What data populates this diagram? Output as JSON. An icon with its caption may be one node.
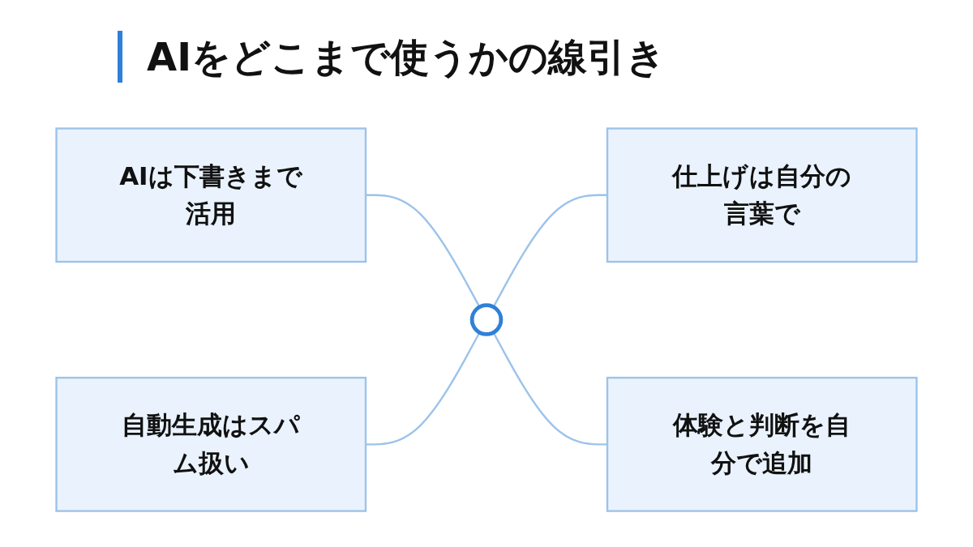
{
  "diagram": {
    "title": "AIをどこまで使うかの線引き",
    "nodes": [
      {
        "text": [
          "AIは下書きまで活用"
        ]
      },
      {
        "text": [
          "仕上げは自分の言葉で"
        ]
      },
      {
        "text": [],
        "shape": "circle"
      },
      {
        "text": [
          "自動生成はスパム扱い"
        ]
      },
      {
        "text": [
          "体験と判断を自分で追加"
        ]
      }
    ],
    "edges": [
      {
        "from": 0,
        "to": 2,
        "arrow": "none"
      },
      {
        "from": 2,
        "to": 1,
        "arrow": "none"
      },
      {
        "from": 3,
        "to": 2,
        "arrow": "none"
      },
      {
        "from": 2,
        "to": 4,
        "arrow": "none"
      }
    ]
  }
}
